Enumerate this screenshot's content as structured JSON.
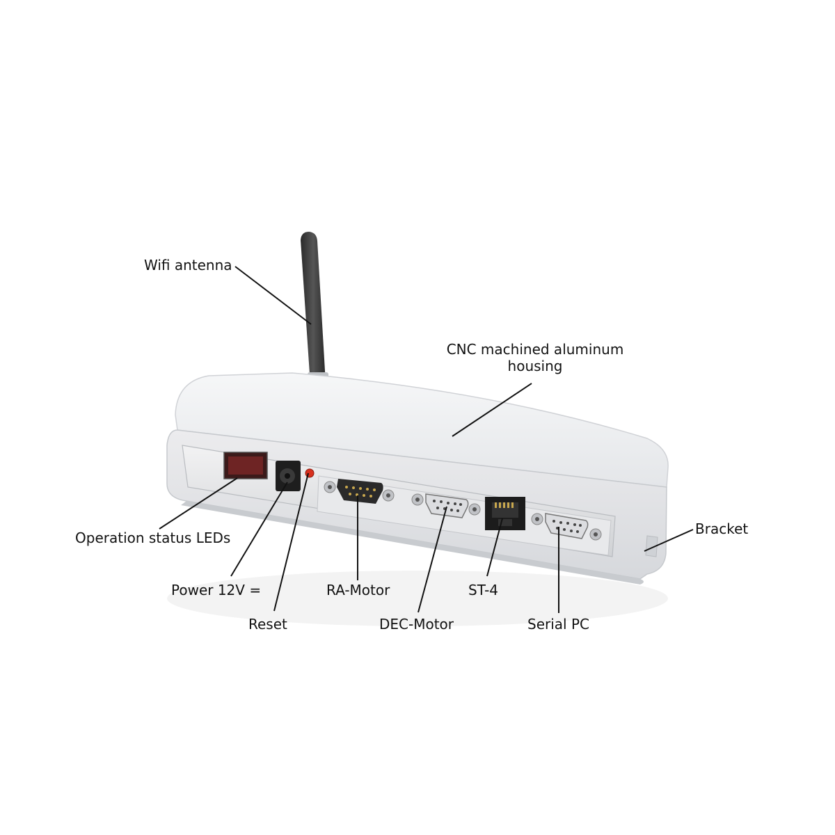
{
  "labels": {
    "wifi_antenna": "Wifi antenna",
    "housing_line1": "CNC machined aluminum",
    "housing_line2": "housing",
    "bracket": "Bracket",
    "status_leds": "Operation status LEDs",
    "power": "Power 12V =",
    "reset": "Reset",
    "ra_motor": "RA-Motor",
    "dec_motor": "DEC-Motor",
    "st4": "ST-4",
    "serial_pc": "Serial PC"
  },
  "colors": {
    "housing_top": "#eef0f2",
    "housing_face": "#e3e5e8",
    "antenna": "#3a3a3a",
    "reset_led": "#d8301e",
    "status_display": "#7a2222",
    "leader_line": "#111111"
  }
}
